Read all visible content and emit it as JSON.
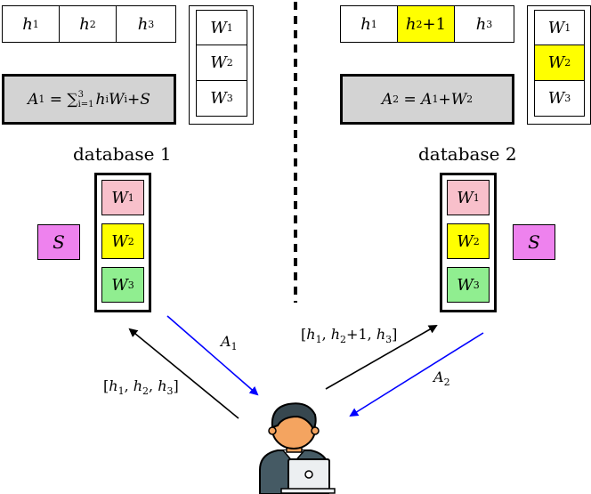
{
  "left": {
    "query_row": [
      "h1",
      "h2",
      "h3"
    ],
    "query_cells": [
      {
        "base": "h",
        "sub": "1"
      },
      {
        "base": "h",
        "sub": "2"
      },
      {
        "base": "h",
        "sub": "3"
      }
    ],
    "w_cells": [
      {
        "base": "W",
        "sub": "1"
      },
      {
        "base": "W",
        "sub": "2"
      },
      {
        "base": "W",
        "sub": "3"
      }
    ],
    "answer": {
      "lhs": "A",
      "lhs_sub": "1",
      "eq": " = ",
      "sum": "∑",
      "sum_sub": "i=1",
      "sum_sup": "3",
      "term": "h",
      "term_sub": "i",
      "term2": "W",
      "term2_sub": "i",
      "tail": "+S"
    },
    "database_label": "database 1",
    "db_cells": [
      {
        "base": "W",
        "sub": "1",
        "color": "#f8c0cb"
      },
      {
        "base": "W",
        "sub": "2",
        "color": "#ffff00"
      },
      {
        "base": "W",
        "sub": "3",
        "color": "#90ee90"
      }
    ],
    "s_label": "S",
    "s_color": "#ee82ee",
    "arrow_query_label": {
      "open": "[",
      "a": "h",
      "a_sub": "1",
      "b": "h",
      "b_sub": "2",
      "c": "h",
      "c_sub": "3",
      "close": "]"
    },
    "arrow_answer_label": {
      "base": "A",
      "sub": "1"
    }
  },
  "right": {
    "query_cells": [
      {
        "base": "h",
        "sub": "1",
        "tail": "",
        "color": "#ffffff"
      },
      {
        "base": "h",
        "sub": "2",
        "tail": "+1",
        "color": "#ffff00"
      },
      {
        "base": "h",
        "sub": "3",
        "tail": "",
        "color": "#ffffff"
      }
    ],
    "w_cells": [
      {
        "base": "W",
        "sub": "1",
        "color": "#ffffff"
      },
      {
        "base": "W",
        "sub": "2",
        "color": "#ffff00"
      },
      {
        "base": "W",
        "sub": "3",
        "color": "#ffffff"
      }
    ],
    "answer": {
      "lhs": "A",
      "lhs_sub": "2",
      "eq": " = ",
      "a": "A",
      "a_sub": "1",
      "plus": "+",
      "w": "W",
      "w_sub": "2"
    },
    "database_label": "database 2",
    "db_cells": [
      {
        "base": "W",
        "sub": "1",
        "color": "#f8c0cb"
      },
      {
        "base": "W",
        "sub": "2",
        "color": "#ffff00"
      },
      {
        "base": "W",
        "sub": "3",
        "color": "#90ee90"
      }
    ],
    "s_label": "S",
    "s_color": "#ee82ee",
    "arrow_query_label": {
      "open": "[",
      "a": "h",
      "a_sub": "1",
      "b": "h",
      "b_sub": "2",
      "b_tail": "+1",
      "c": "h",
      "c_sub": "3",
      "close": "]"
    },
    "arrow_answer_label": {
      "base": "A",
      "sub": "2"
    }
  },
  "colors": {
    "answer_box": "#d3d3d3",
    "arrow_query": "#000000",
    "arrow_answer": "#0000ff",
    "divider": "#000000"
  },
  "user_icon": "person-with-laptop-icon"
}
